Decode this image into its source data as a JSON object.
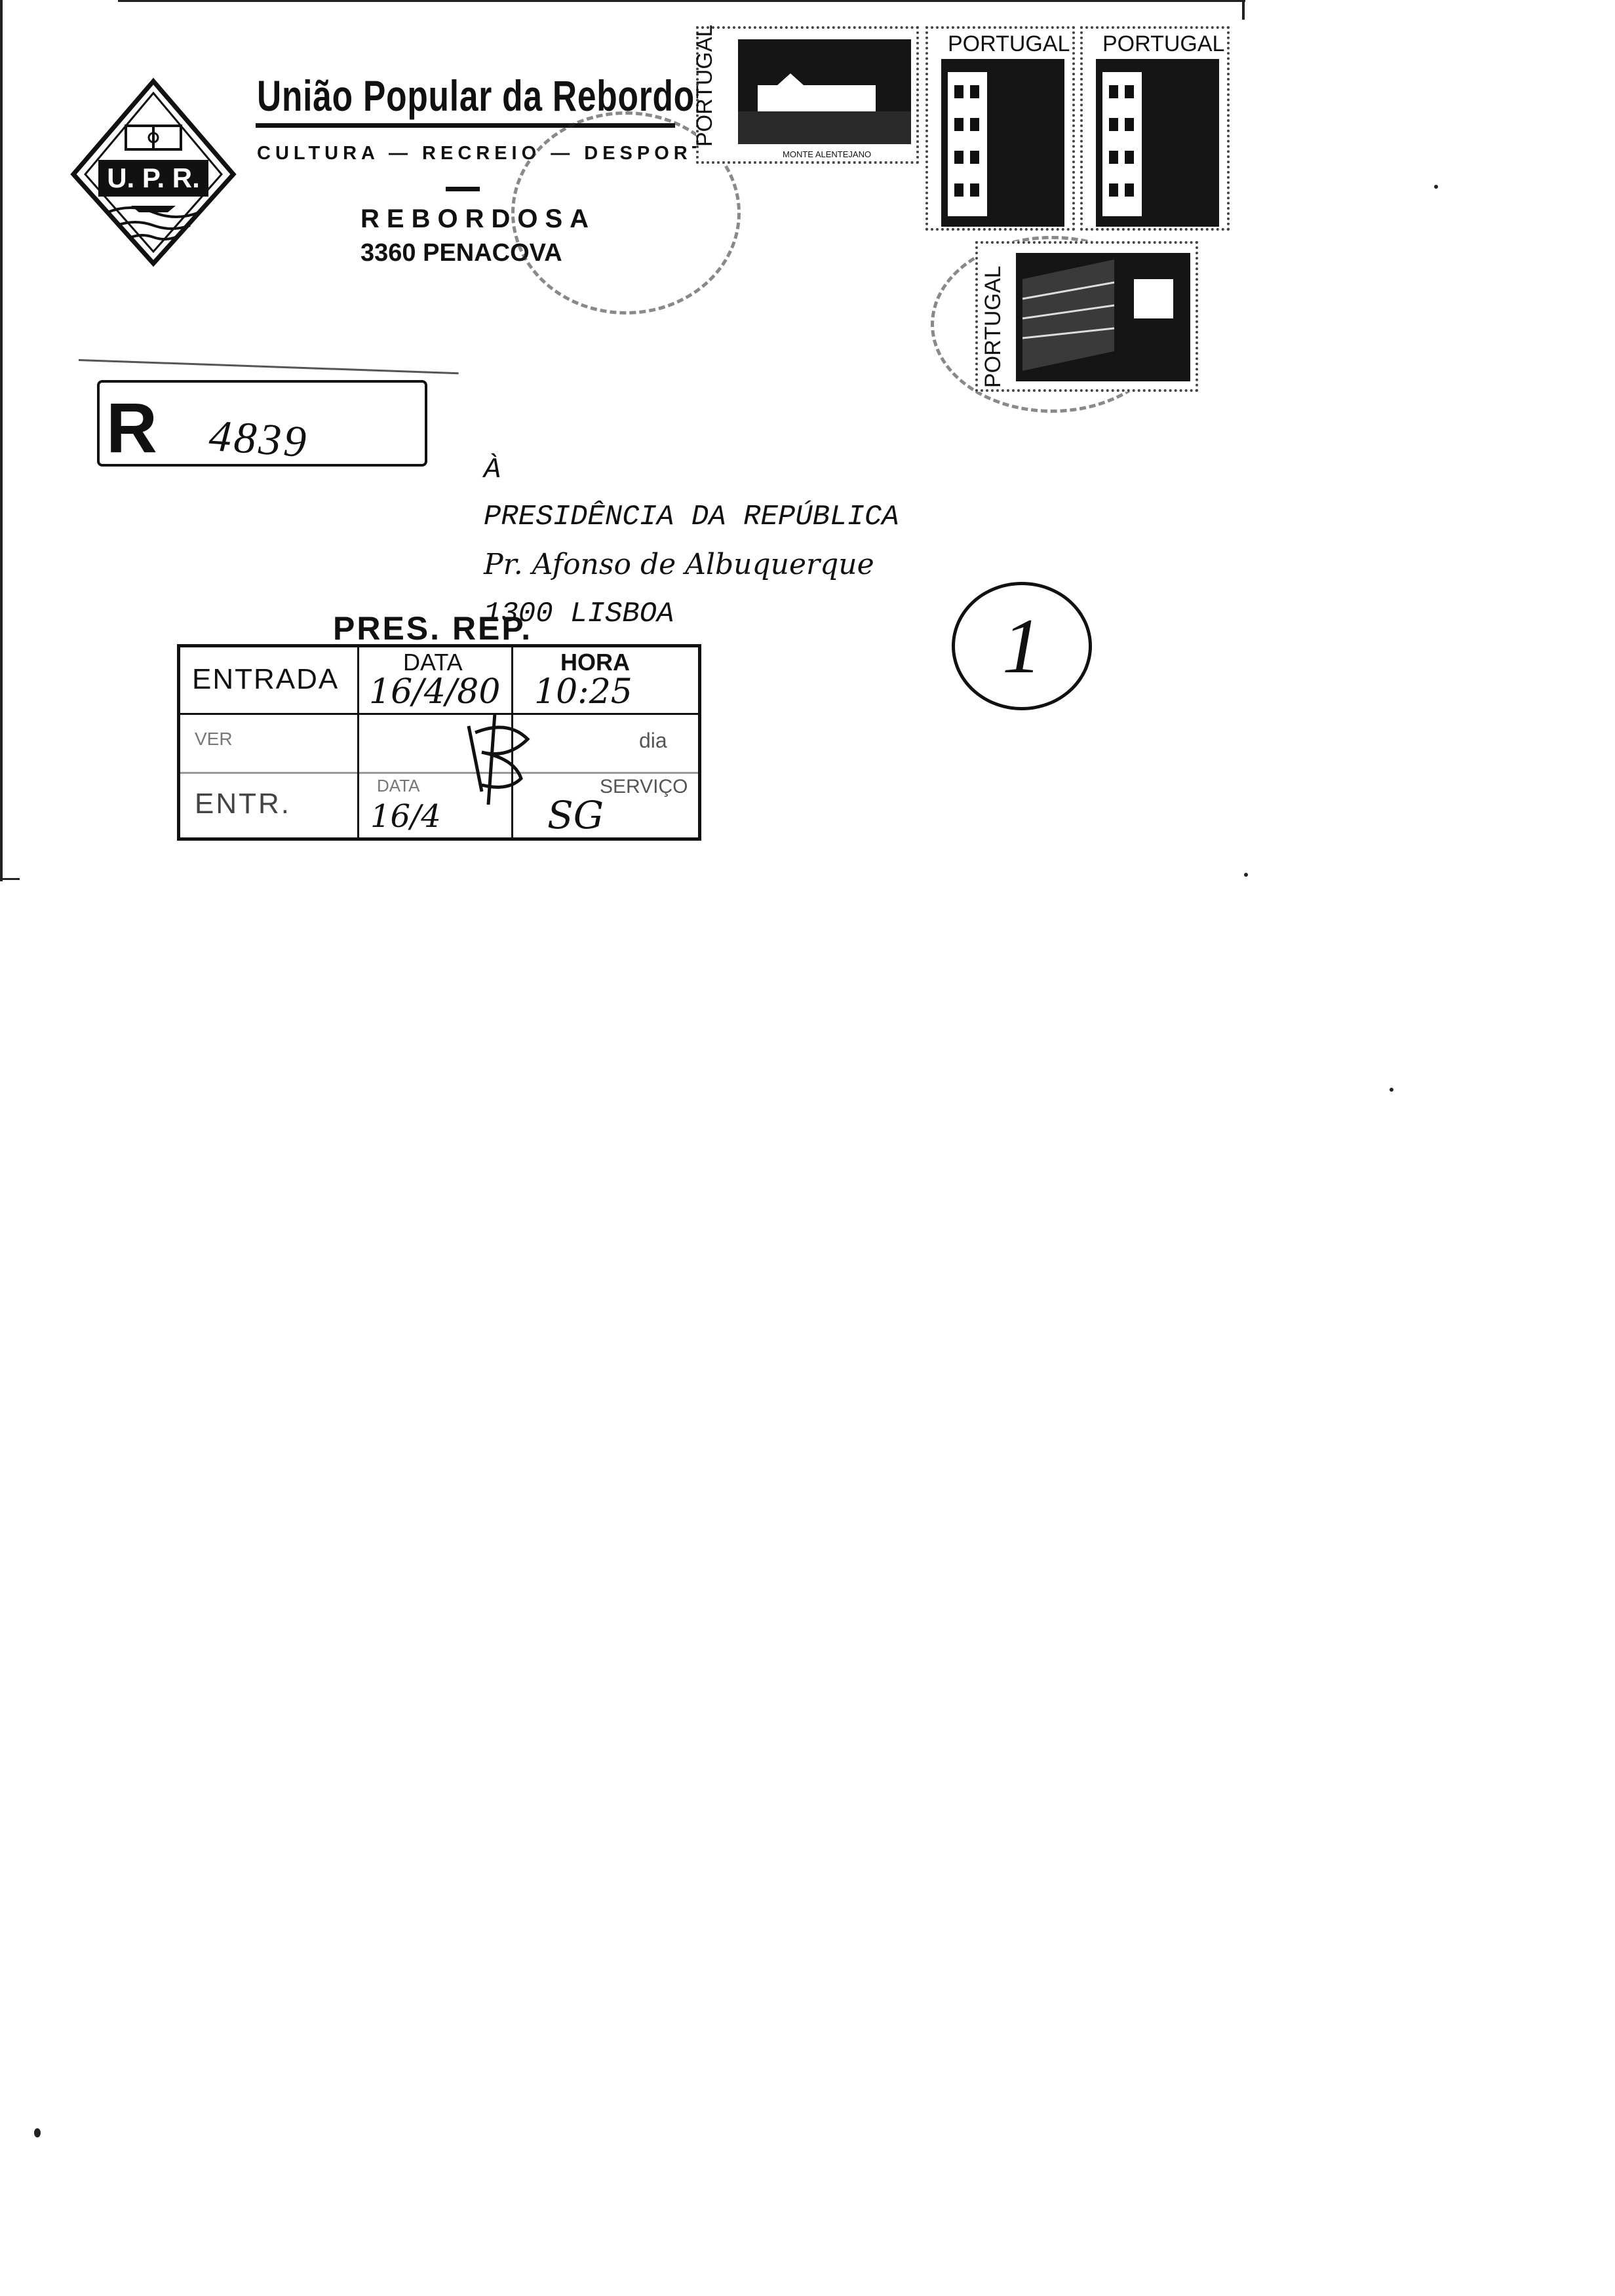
{
  "sender": {
    "logo_text": "U. P. R.",
    "name": "União Popular da Rebordosa",
    "motto": "CULTURA — RECREIO — DESPORTO",
    "town": "REBORDOSA",
    "postcode_city": "3360 PENACOVA"
  },
  "stamps": [
    {
      "country": "PORTUGAL",
      "caption": "MONTE ALENTEJANO"
    },
    {
      "country": "PORTUGAL"
    },
    {
      "country": "PORTUGAL"
    },
    {
      "country": "PORTUGAL"
    }
  ],
  "registration": {
    "letter": "R",
    "number": "4839"
  },
  "recipient": {
    "prefix": "À",
    "line1": "PRESIDÊNCIA DA REPÚBLICA",
    "line2": "Pr. Afonso de Albuquerque",
    "line3": "1300 LISBOA"
  },
  "receipt_stamp": {
    "office": "PRES. REP.",
    "entrada_label": "ENTRADA",
    "data_label": "DATA",
    "hora_label": "HORA",
    "date_value": "16/4/80",
    "time_value": "10:25",
    "row2_label": "VER",
    "row2_right": "dia",
    "row3_label": "ENTR.",
    "row3_mid_label": "DATA",
    "row3_right_label": "SERVIÇO",
    "row3_date": "16/4",
    "row3_initials": "SG"
  },
  "annotation": {
    "circled_number": "1"
  }
}
